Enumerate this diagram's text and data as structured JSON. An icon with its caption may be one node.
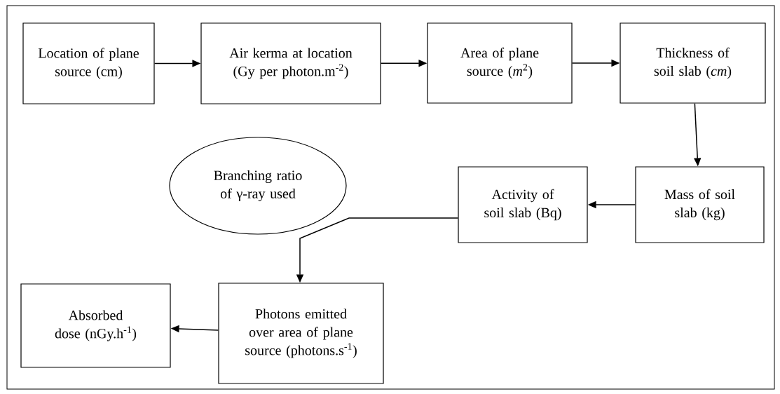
{
  "diagram": {
    "nodes": [
      {
        "text": [
          "Location of plane source (cm)"
        ]
      },
      {
        "text": [
          "Air kerma at location (Gy per photon.m$^{-2}$)"
        ]
      },
      {
        "text": [
          "Area of plane source (*m*$^{2}$)"
        ]
      },
      {
        "text": [
          "Thickness of soil slab (*cm*)"
        ]
      },
      {
        "text": [
          "Branching ratio of γ-ray used"
        ]
      },
      {
        "text": [
          "Activity of soil slab (Bq)"
        ]
      },
      {
        "text": [
          "Mass of soil slab (kg)"
        ]
      },
      {
        "text": [
          "Absorbed dose (nGy.h$^{-1}$)"
        ]
      },
      {
        "text": [
          "Photons emitted over area of plane source (photons.s$^{-1}$)"
        ]
      }
    ],
    "edges": [
      {
        "from": 0,
        "to": 1,
        "arrow": "to"
      },
      {
        "from": 1,
        "to": 2,
        "arrow": "to"
      },
      {
        "from": 2,
        "to": 3,
        "arrow": "to"
      },
      {
        "from": 3,
        "to": 6,
        "arrow": "to"
      },
      {
        "from": 6,
        "to": 5,
        "arrow": "to"
      },
      {
        "from": 5,
        "to": 8,
        "arrow": "to"
      },
      {
        "from": 8,
        "to": 7,
        "arrow": "to"
      }
    ]
  }
}
